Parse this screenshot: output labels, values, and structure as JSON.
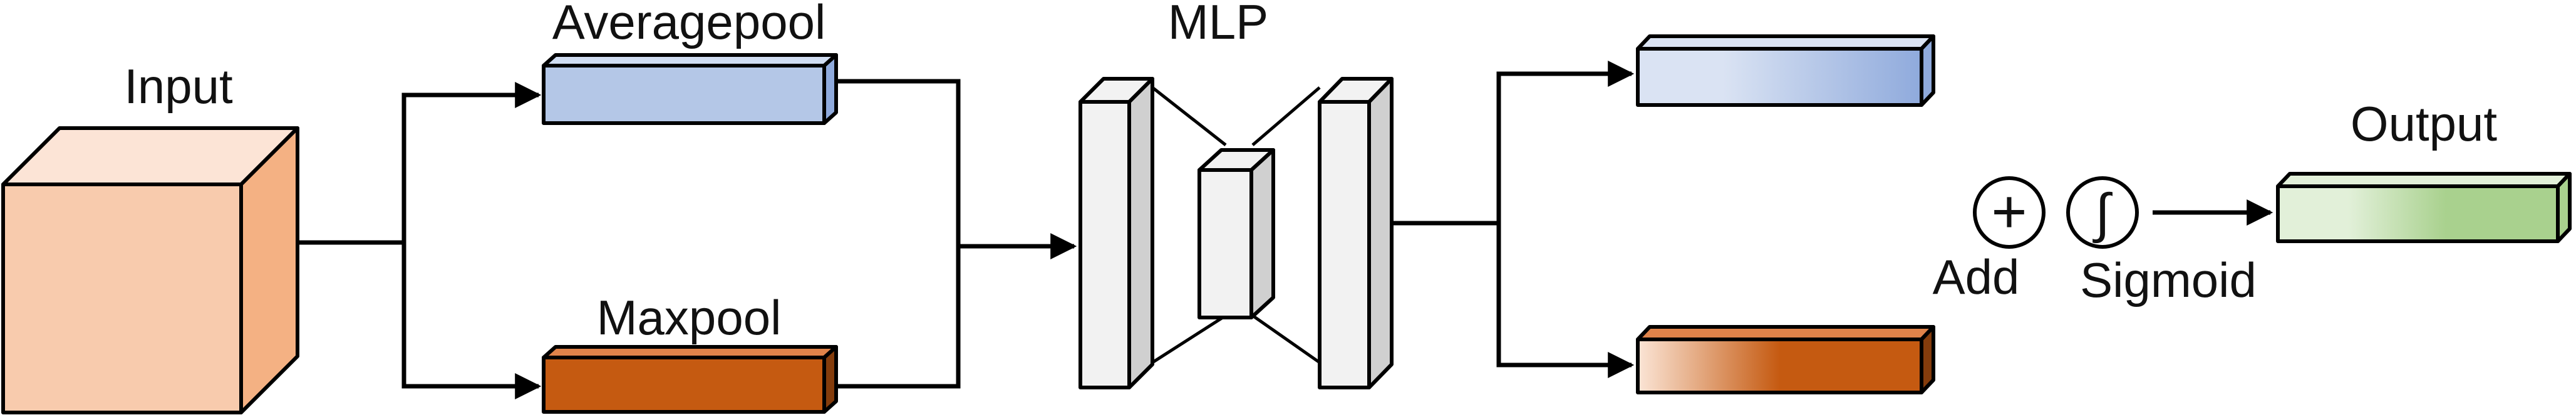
{
  "labels": {
    "input": "Input",
    "averagepool": "Averagepool",
    "maxpool": "Maxpool",
    "mlp": "MLP",
    "add": "Add",
    "sigmoid": "Sigmoid",
    "output": "Output"
  },
  "symbols": {
    "add": "+",
    "sigmoid": "∫"
  },
  "icons": {
    "add": "circled-plus-icon",
    "sigmoid": "circled-integral-icon"
  },
  "colors": {
    "input_front": "#f8cbad",
    "input_top": "#fce4d6",
    "input_side": "#f4b183",
    "avgpool_front": "#b4c7e7",
    "avgpool_top": "#d0ddf2",
    "avgpool_side": "#8faadc",
    "maxpool_front": "#c55a11",
    "maxpool_top": "#e0834a",
    "maxpool_side": "#843c0c",
    "mlp_front": "#f2f2f2",
    "mlp_side": "#d0d0d0",
    "out_blue_light": "#dae3f3",
    "out_blue_dark": "#8faadc",
    "out_orange_light": "#fbe5d6",
    "out_orange_dark": "#c55a11",
    "output_light": "#e2f0d9",
    "output_dark": "#a9d18e",
    "line": "#000000"
  }
}
